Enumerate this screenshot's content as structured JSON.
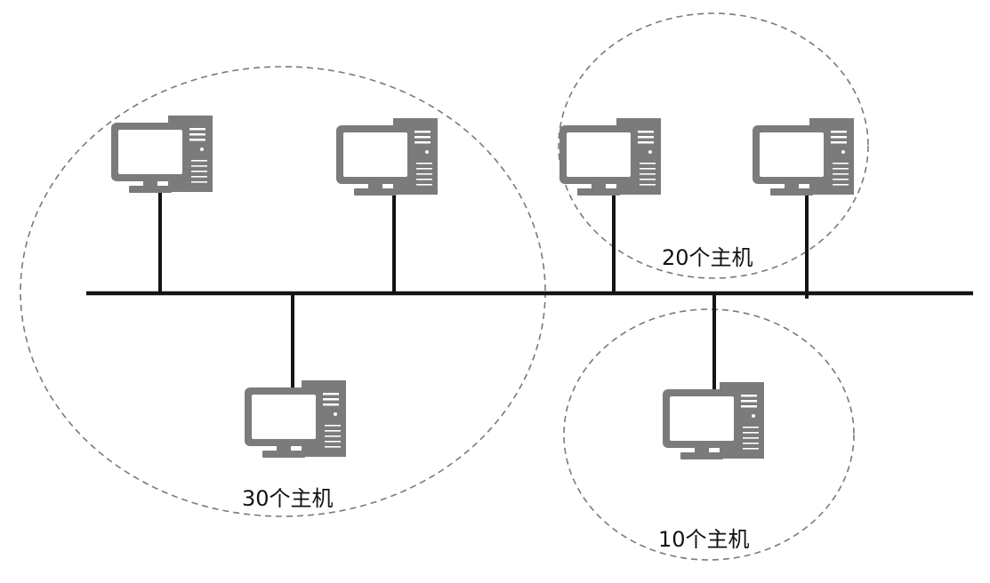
{
  "groups": [
    {
      "id": "group-a",
      "label": "30个主机"
    },
    {
      "id": "group-b",
      "label": "20个主机"
    },
    {
      "id": "group-c",
      "label": "10个主机"
    }
  ],
  "hosts": [
    {
      "group": "group-a",
      "icon": "desktop-computer-icon"
    },
    {
      "group": "group-a",
      "icon": "desktop-computer-icon"
    },
    {
      "group": "group-a",
      "icon": "desktop-computer-icon"
    },
    {
      "group": "group-b",
      "icon": "desktop-computer-icon"
    },
    {
      "group": "group-b",
      "icon": "desktop-computer-icon"
    },
    {
      "group": "group-c",
      "icon": "desktop-computer-icon"
    }
  ],
  "colors": {
    "computer": "#7b7b7b",
    "bus": "#141414",
    "boundary": "#7a7a7a",
    "background": "#ffffff"
  }
}
